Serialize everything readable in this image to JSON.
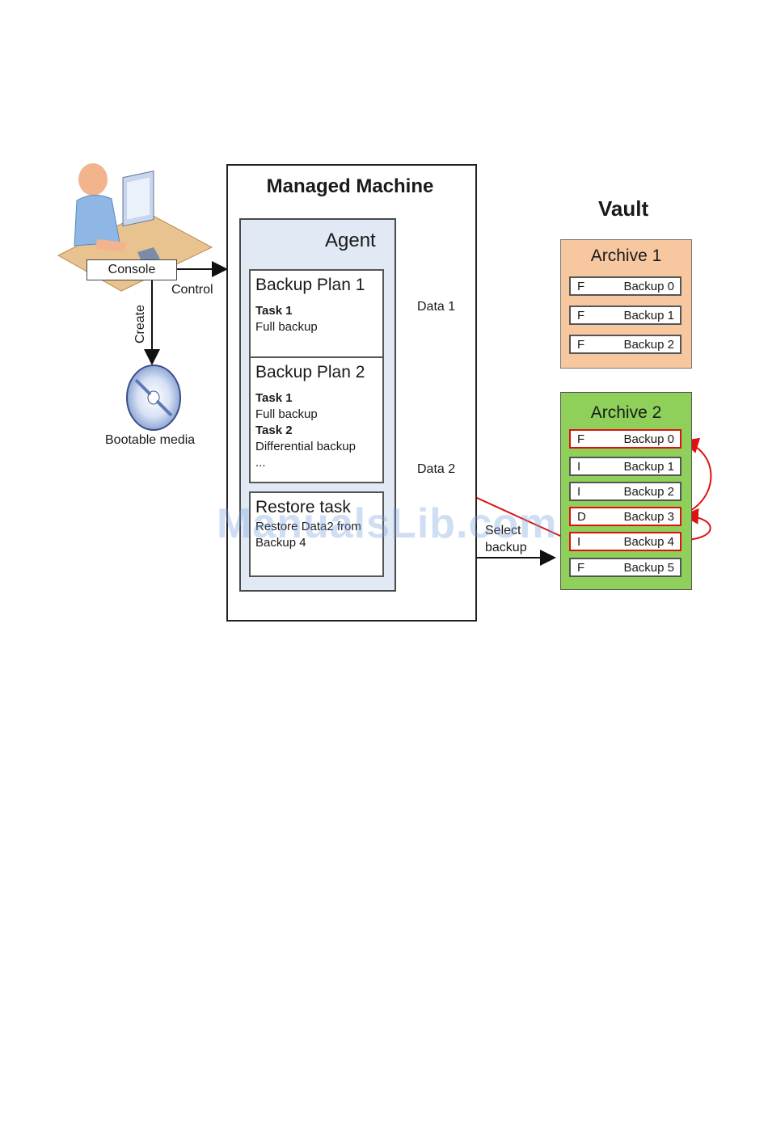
{
  "managed_machine": {
    "title": "Managed Machine",
    "agent": {
      "title": "Agent",
      "plans": [
        {
          "title": "Backup Plan 1",
          "tasks": [
            {
              "label": "Task 1",
              "desc": "Full backup"
            }
          ]
        },
        {
          "title": "Backup Plan 2",
          "tasks": [
            {
              "label": "Task 1",
              "desc": "Full backup"
            },
            {
              "label": "Task 2",
              "desc": "Differential backup"
            }
          ],
          "more": "..."
        }
      ],
      "restore": {
        "title": "Restore task",
        "desc": "Restore Data2 from Backup 4"
      }
    },
    "data_stores": [
      "Data 1",
      "Data 2"
    ]
  },
  "console": {
    "label": "Console",
    "control_label": "Control",
    "create_label": "Create",
    "bootable_label": "Bootable media"
  },
  "select_backup_label": "Select backup",
  "vault": {
    "title": "Vault",
    "archives": [
      {
        "title": "Archive 1",
        "color": "#f7c8a0",
        "rows": [
          {
            "type": "F",
            "name": "Backup 0",
            "highlight": false
          },
          {
            "type": "F",
            "name": "Backup 1",
            "highlight": false
          },
          {
            "type": "F",
            "name": "Backup 2",
            "highlight": false
          }
        ]
      },
      {
        "title": "Archive 2",
        "color": "#8ed05a",
        "rows": [
          {
            "type": "F",
            "name": "Backup 0",
            "highlight": true
          },
          {
            "type": "I",
            "name": "Backup 1",
            "highlight": false
          },
          {
            "type": "I",
            "name": "Backup 2",
            "highlight": false
          },
          {
            "type": "D",
            "name": "Backup 3",
            "highlight": true
          },
          {
            "type": "I",
            "name": "Backup 4",
            "highlight": true
          },
          {
            "type": "F",
            "name": "Backup 5",
            "highlight": false
          }
        ]
      }
    ]
  },
  "highlight_color": "#dd1111",
  "watermark": "ManualsLib.com"
}
